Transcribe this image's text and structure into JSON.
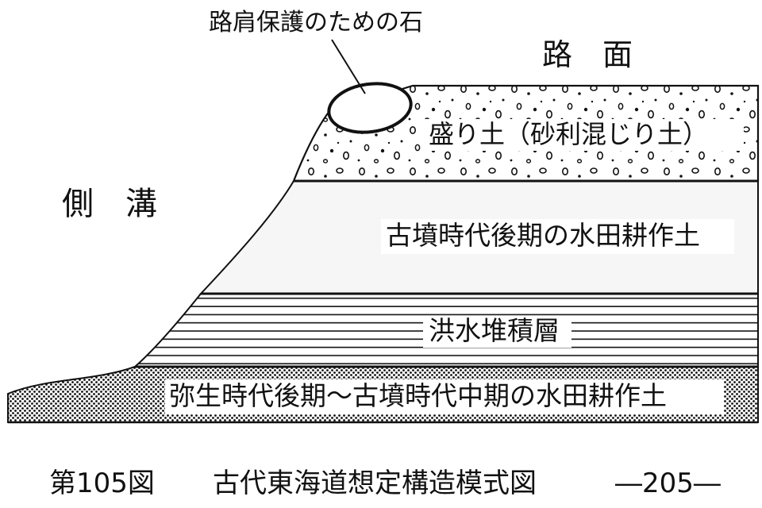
{
  "labels": {
    "stone": "路肩保護のための石",
    "road_surface": "路　面",
    "side_ditch": "側　溝",
    "fill": "盛り土（砂利混じり土）",
    "kofun_soil": "古墳時代後期の水田耕作土",
    "flood": "洪水堆積層",
    "yayoi_soil": "弥生時代後期～古墳時代中期の水田耕作土"
  },
  "caption": {
    "figure_no": "第105図",
    "title": "古代東海道想定構造模式図",
    "page": "―205―"
  },
  "colors": {
    "ink": "#111111",
    "background": "#ffffff",
    "kofun_fill": "#f6f6f6"
  }
}
